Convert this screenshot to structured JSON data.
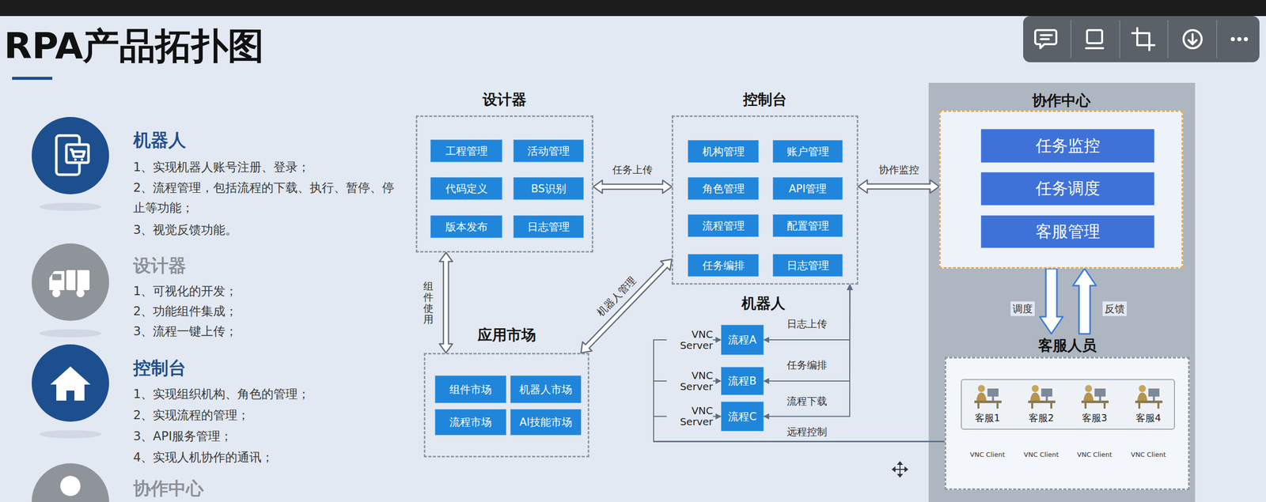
{
  "diagram": {
    "title": "RPA产品拓扑图",
    "nodes": [
      {
        "text": [
          "设计器"
        ]
      },
      {
        "text": [
          "工程管理"
        ],
        "in": 0
      },
      {
        "text": [
          "活动管理"
        ],
        "in": 0
      },
      {
        "text": [
          "代码定义"
        ],
        "in": 0
      },
      {
        "text": [
          "BS识别"
        ],
        "in": 0
      },
      {
        "text": [
          "版本发布"
        ],
        "in": 0
      },
      {
        "text": [
          "日志管理"
        ],
        "in": 0
      },
      {
        "text": [
          "控制台"
        ]
      },
      {
        "text": [
          "机构管理"
        ],
        "in": 7
      },
      {
        "text": [
          "账户管理"
        ],
        "in": 7
      },
      {
        "text": [
          "角色管理"
        ],
        "in": 7
      },
      {
        "text": [
          "API管理"
        ],
        "in": 7
      },
      {
        "text": [
          "流程管理"
        ],
        "in": 7
      },
      {
        "text": [
          "配置管理"
        ],
        "in": 7
      },
      {
        "text": [
          "任务编排"
        ],
        "in": 7
      },
      {
        "text": [
          "日志管理"
        ],
        "in": 7
      },
      {
        "text": [
          "协作中心"
        ]
      },
      {
        "text": [
          "任务监控"
        ],
        "in": 16
      },
      {
        "text": [
          "任务调度"
        ],
        "in": 16
      },
      {
        "text": [
          "客服管理"
        ],
        "in": 16
      },
      {
        "text": [
          "应用市场"
        ]
      },
      {
        "text": [
          "组件市场"
        ],
        "in": 20
      },
      {
        "text": [
          "机器人市场"
        ],
        "in": 20
      },
      {
        "text": [
          "流程市场"
        ],
        "in": 20
      },
      {
        "text": [
          "AI技能市场"
        ],
        "in": 20
      },
      {
        "text": [
          "流程A"
        ]
      },
      {
        "text": [
          "流程B"
        ]
      },
      {
        "text": [
          "流程C"
        ]
      },
      {
        "text": [
          "客服人员"
        ]
      },
      {
        "text": [
          "客服1"
        ],
        "in": 28
      },
      {
        "text": [
          "客服2"
        ],
        "in": 28
      },
      {
        "text": [
          "客服3"
        ],
        "in": 28
      },
      {
        "text": [
          "客服4"
        ],
        "in": 28
      }
    ],
    "edges": [
      {
        "from": 0,
        "to": 7,
        "label": "任务上传",
        "arrow": "both"
      },
      {
        "from": 7,
        "to": 16,
        "label": "协作监控",
        "arrow": "both"
      },
      {
        "from": 0,
        "to": 20,
        "label": "组件使用",
        "arrow": "both"
      },
      {
        "from": 20,
        "to": 7,
        "label": "机器人管理",
        "arrow": "both"
      },
      {
        "from": 16,
        "to": 28,
        "label": "调度",
        "arrow": "to"
      },
      {
        "from": 28,
        "to": 16,
        "label": "反馈",
        "arrow": "to"
      },
      {
        "from": 25,
        "to": 7,
        "label": "日志上传",
        "arrow": "both"
      },
      {
        "from": 26,
        "to": 7,
        "label": "任务编排",
        "arrow": "both"
      },
      {
        "from": 27,
        "to": 7,
        "label": "流程下载",
        "arrow": "both"
      },
      {
        "from": 28,
        "to": 25,
        "label": "远程控制",
        "arrow": "to"
      },
      {
        "from": 28,
        "to": 26,
        "arrow": "to"
      },
      {
        "from": 28,
        "to": 27,
        "arrow": "to"
      }
    ],
    "labels": [
      "机器人",
      "1、实现机器人账号注册、登录；",
      "2、流程管理，包括流程的下载、执行、暂停、停止等功能；",
      "3、视觉反馈功能。",
      "设计器",
      "1、可视化的开发；",
      "2、功能组件集成；",
      "3、流程一键上传；",
      "控制台",
      "1、实现组织机构、角色的管理；",
      "2、实现流程的管理；",
      "3、API服务管理；",
      "4、实现人机协作的通讯；",
      "协作中心",
      "机器人",
      "VNC Server",
      "VNC Server",
      "VNC Server",
      "VNC Client",
      "VNC Client",
      "VNC Client",
      "VNC Client"
    ]
  }
}
